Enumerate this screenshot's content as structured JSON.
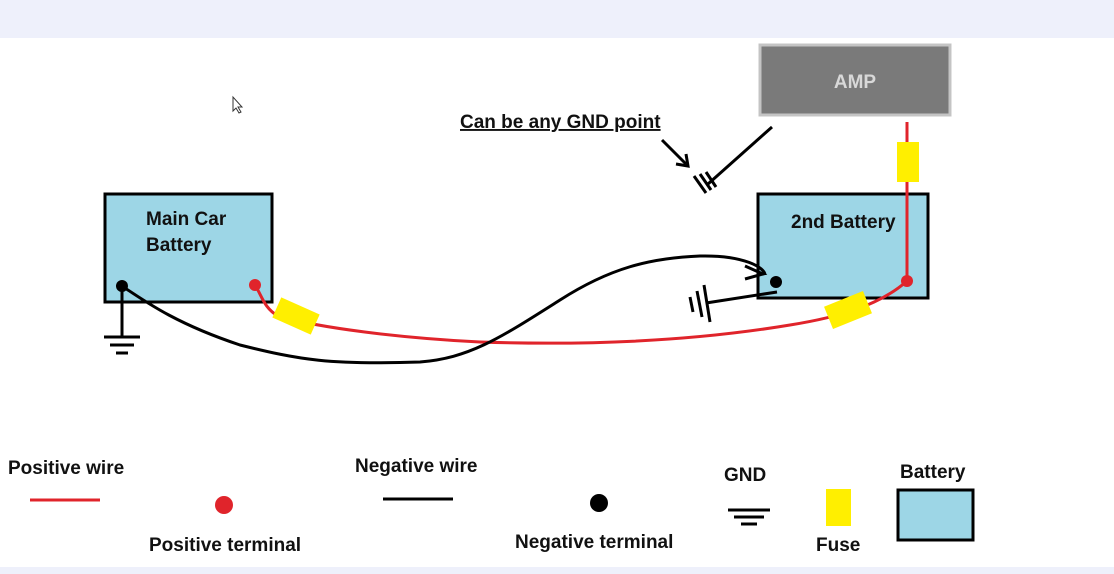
{
  "labels": {
    "amp": "AMP",
    "gnd_note": "Can be any GND point",
    "main_battery_line1": "Main Car",
    "main_battery_line2": "Battery",
    "second_battery": "2nd Battery"
  },
  "legend": {
    "positive_wire": "Positive wire",
    "positive_terminal": "Positive terminal",
    "negative_wire": "Negative wire",
    "negative_terminal": "Negative terminal",
    "gnd": "GND",
    "fuse": "Fuse",
    "battery": "Battery"
  },
  "colors": {
    "positive": "#e0242b",
    "negative": "#000000",
    "fuse": "#ffef00",
    "battery": "#9dd6e6",
    "amp": "#7a7a7a"
  }
}
